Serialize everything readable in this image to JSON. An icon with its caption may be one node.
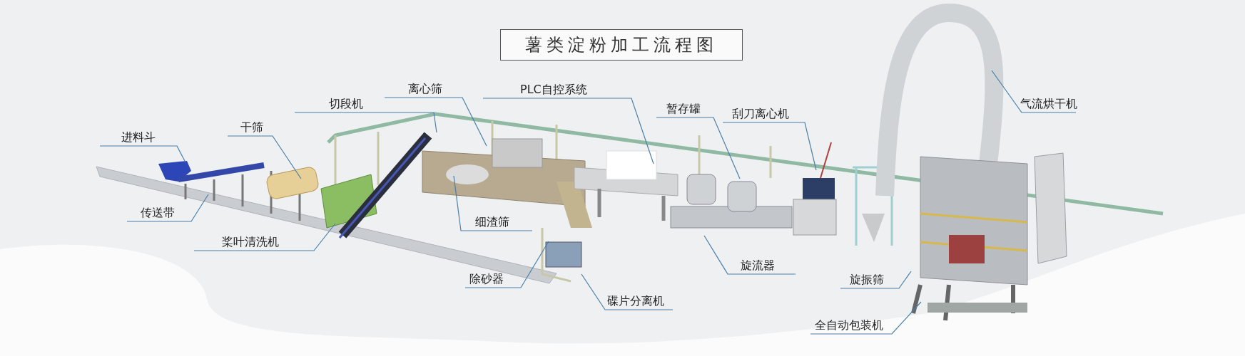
{
  "diagram": {
    "title": "薯类淀粉加工流程图",
    "nodes": [
      {
        "text": [
          "进料斗"
        ]
      },
      {
        "text": [
          "干筛"
        ]
      },
      {
        "text": [
          "传送带"
        ]
      },
      {
        "text": [
          "桨叶清洗机"
        ]
      },
      {
        "text": [
          "切段机"
        ]
      },
      {
        "text": [
          "离心筛"
        ]
      },
      {
        "text": [
          "PLC自控系统"
        ]
      },
      {
        "text": [
          "细渣筛"
        ]
      },
      {
        "text": [
          "除砂器"
        ]
      },
      {
        "text": [
          "碟片分离机"
        ]
      },
      {
        "text": [
          "暂存罐"
        ]
      },
      {
        "text": [
          "刮刀离心机"
        ]
      },
      {
        "text": [
          "旋流器"
        ]
      },
      {
        "text": [
          "旋振筛"
        ]
      },
      {
        "text": [
          "全自动包装机"
        ]
      },
      {
        "text": [
          "气流烘干机"
        ]
      }
    ],
    "edges": [
      {
        "from": 0,
        "to": null,
        "arrow": "none"
      },
      {
        "from": 1,
        "to": null,
        "arrow": "none"
      },
      {
        "from": 2,
        "to": null,
        "arrow": "none"
      },
      {
        "from": 3,
        "to": null,
        "arrow": "none"
      },
      {
        "from": 4,
        "to": null,
        "arrow": "none"
      },
      {
        "from": 5,
        "to": null,
        "arrow": "none"
      },
      {
        "from": 6,
        "to": null,
        "arrow": "none"
      },
      {
        "from": 7,
        "to": null,
        "arrow": "none"
      },
      {
        "from": 8,
        "to": null,
        "arrow": "none"
      },
      {
        "from": 9,
        "to": null,
        "arrow": "none"
      },
      {
        "from": 10,
        "to": null,
        "arrow": "none"
      },
      {
        "from": 11,
        "to": null,
        "arrow": "none"
      },
      {
        "from": 12,
        "to": null,
        "arrow": "none"
      },
      {
        "from": 13,
        "to": null,
        "arrow": "none"
      },
      {
        "from": 14,
        "to": null,
        "arrow": "none"
      },
      {
        "from": 15,
        "to": null,
        "arrow": "none"
      }
    ]
  }
}
